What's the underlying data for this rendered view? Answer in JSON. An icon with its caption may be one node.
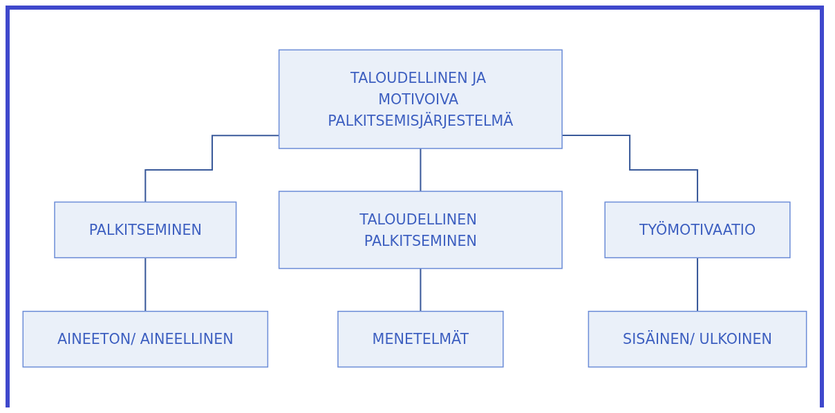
{
  "diagram": {
    "nodes": [
      {
        "text": [
          "TALOUDELLINEN JA MOTIVOIVA PALKITSEMISJÄRJESTELMÄ"
        ]
      },
      {
        "text": [
          "PALKITSEMINEN"
        ]
      },
      {
        "text": [
          "TALOUDELLINEN PALKITSEMINEN"
        ]
      },
      {
        "text": [
          "TYÖMOTIVAATIO"
        ]
      },
      {
        "text": [
          "AINEETON/ AINEELLINEN"
        ]
      },
      {
        "text": [
          "MENETELMÄT"
        ]
      },
      {
        "text": [
          "SISÄINEN/ ULKOINEN"
        ]
      }
    ],
    "edges": [
      {
        "from": 0,
        "to": 1,
        "arrow": "none"
      },
      {
        "from": 0,
        "to": 2,
        "arrow": "none"
      },
      {
        "from": 0,
        "to": 3,
        "arrow": "none"
      },
      {
        "from": 1,
        "to": 4,
        "arrow": "none"
      },
      {
        "from": 2,
        "to": 5,
        "arrow": "none"
      },
      {
        "from": 3,
        "to": 6,
        "arrow": "none"
      }
    ]
  }
}
